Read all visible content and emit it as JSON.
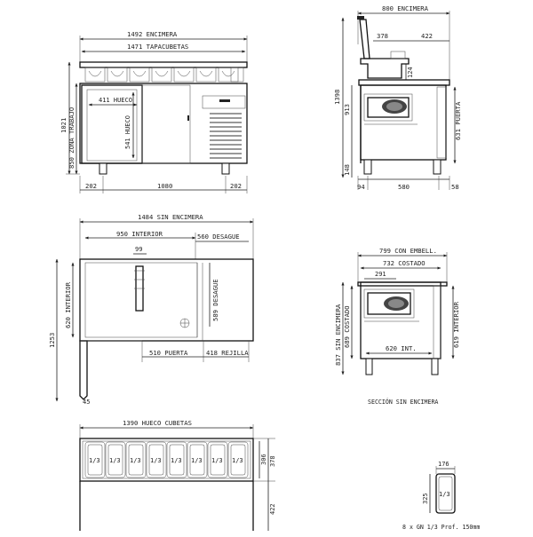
{
  "front_view": {
    "w_total": "1492 ENCIMERA",
    "w_tapa": "1471 TAPACUBETAS",
    "h_total": "1021",
    "h_work": "850 ZONA TRABAJO",
    "hueco_w": "411 HUECO",
    "hueco_h": "541 HUECO",
    "left": "202",
    "center": "1080",
    "right": "202"
  },
  "side_view": {
    "w_total": "800 ENCIMERA",
    "w_a": "378",
    "w_b": "422",
    "h_total": "1398",
    "h_mid": "913",
    "h_box": "124",
    "h_door": "631 PUERTA",
    "h_foot": "148",
    "b_left": "94",
    "b_mid": "580",
    "b_right": "58"
  },
  "top_view": {
    "w_total": "1484 SIN ENCIMERA",
    "w_int": "950 INTERIOR",
    "w_desague": "560 DESAGUE",
    "d_int": "620 INTERIOR",
    "d_desague": "589 DESAGUE",
    "d_total": "1253",
    "small": "99",
    "door": "510 PUERTA",
    "rejilla": "418 REJILLA",
    "corner": "45"
  },
  "section_view": {
    "w_embell": "799 CON EMBELL.",
    "w_costado": "732 COSTADO",
    "w_small": "291",
    "h_sin": "837 SIN ENCIMERA",
    "h_costado": "689 COSTADO",
    "h_int": "619 INTERIOR",
    "w_int": "620 INT.",
    "caption": "SECCIÓN SIN ENCIMERA"
  },
  "bucket_view": {
    "hueco": "1390 HUECO CUBETAS",
    "d1": "306",
    "d2": "378",
    "d3": "422",
    "gn_label": "1/3",
    "count": 8
  },
  "gn_detail": {
    "w": "176",
    "h": "325",
    "label": "1/3",
    "caption": "8 x GN 1/3 Prof. 150mm"
  }
}
